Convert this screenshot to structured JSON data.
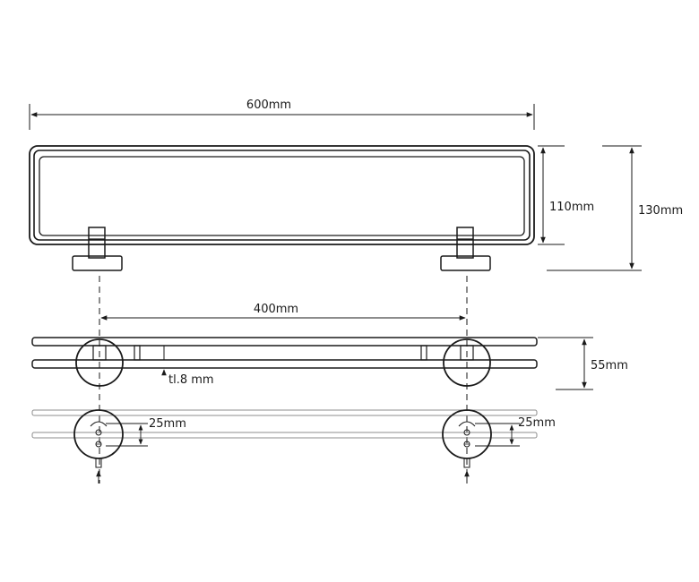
{
  "dimensions": {
    "overall_width": "600mm",
    "inner_height": "110mm",
    "overall_height": "130mm",
    "bracket_spacing": "400mm",
    "depth": "55mm",
    "glass_thickness": "tl.8 mm",
    "mount_offset_left": "25mm",
    "mount_offset_right": "25mm"
  },
  "colors": {
    "line": "#1a1a1a",
    "light_line": "#8c8c8c",
    "background": "#ffffff"
  }
}
